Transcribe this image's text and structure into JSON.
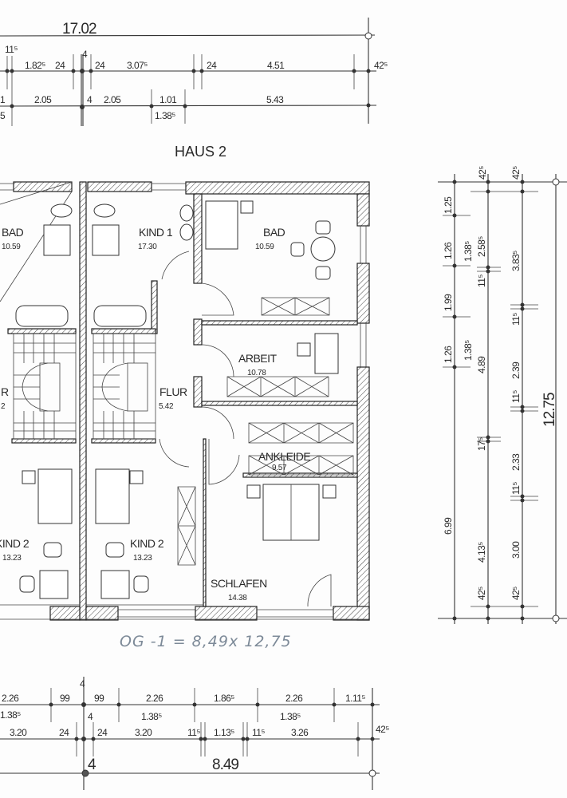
{
  "title": "HAUS 2",
  "note": "OG -1 = 8,49x 12,75",
  "rooms": {
    "bad_left": {
      "name": "BAD",
      "area": "10.59"
    },
    "kind1": {
      "name": "KIND 1",
      "area": "17.30"
    },
    "bad_right": {
      "name": "BAD",
      "area": "10.59"
    },
    "flur_left": {
      "name": "R",
      "area": "2"
    },
    "flur": {
      "name": "FLUR",
      "area": "5.42"
    },
    "arbeit": {
      "name": "ARBEIT",
      "area": "10.78"
    },
    "ankleide": {
      "name": "ANKLEIDE",
      "area": "9.57"
    },
    "kind2_left": {
      "name": "KIND 2",
      "area": "13.23"
    },
    "kind2": {
      "name": "KIND 2",
      "area": "13.23"
    },
    "schlafen": {
      "name": "SCHLAFEN",
      "area": "14.38"
    }
  },
  "dims_top": {
    "total": "17.02",
    "row2": [
      "11⁵",
      "1.82⁵",
      "24",
      "4",
      "24",
      "3.07⁵",
      "24",
      "4.51",
      "42⁵"
    ],
    "row3": [
      "1",
      "5",
      "2.05",
      "4",
      "2.05",
      "1.01",
      "1.38⁵",
      "5.43"
    ]
  },
  "dims_right": {
    "col1": [
      "1.25",
      "1.26",
      "1.99",
      "1.26",
      "6.99"
    ],
    "col2": [
      "42⁵",
      "1.38⁵",
      "2.58⁵",
      "11⁵",
      "1.38⁵",
      "4.89",
      "17⁵",
      "4.13⁵",
      "42⁵"
    ],
    "col3": [
      "42⁵",
      "3.83⁵",
      "11⁵",
      "2.39",
      "11⁵",
      "2.33",
      "11⁵",
      "3.00",
      "42⁵"
    ],
    "total": "12.75"
  },
  "dims_bottom": {
    "row1": [
      "2.26",
      "99",
      "4",
      "99",
      "2.26",
      "1.86⁵",
      "2.26",
      "1.11⁵"
    ],
    "row1_sub": [
      "1.38⁵",
      "4",
      "1.38⁵",
      "1.38⁵"
    ],
    "row2": [
      "3.20",
      "24",
      "24",
      "3.20",
      "11⁵",
      "1.13⁵",
      "11⁵",
      "3.26",
      "42⁵"
    ],
    "row3": [
      "4",
      "8.49"
    ]
  }
}
